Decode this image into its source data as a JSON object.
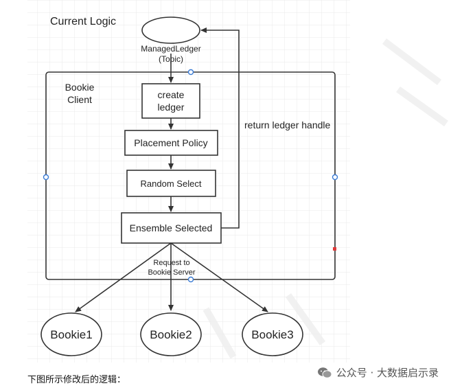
{
  "title": "Current Logic",
  "managed_ledger": {
    "line1": "ManagedLedger",
    "line2": "(Topic)"
  },
  "bookie_client": {
    "line1": "Bookie",
    "line2": "Client"
  },
  "steps": {
    "create_ledger_1": "create",
    "create_ledger_2": "ledger",
    "placement_policy": "Placement Policy",
    "random_select": "Random Select",
    "ensemble_selected": "Ensemble Selected"
  },
  "return_label": "return ledger handle",
  "request_label": {
    "line1": "Request to",
    "line2": "Bookie Server"
  },
  "bookies": [
    "Bookie1",
    "Bookie2",
    "Bookie3"
  ],
  "caption": "下图所示修改后的逻辑：",
  "watermark": "公众号 · 大数据启示录",
  "colors": {
    "grid": "#e6e6e6",
    "line": "#333333",
    "handle_blue": "#3a7bd5",
    "handle_red": "#e03a3a"
  }
}
